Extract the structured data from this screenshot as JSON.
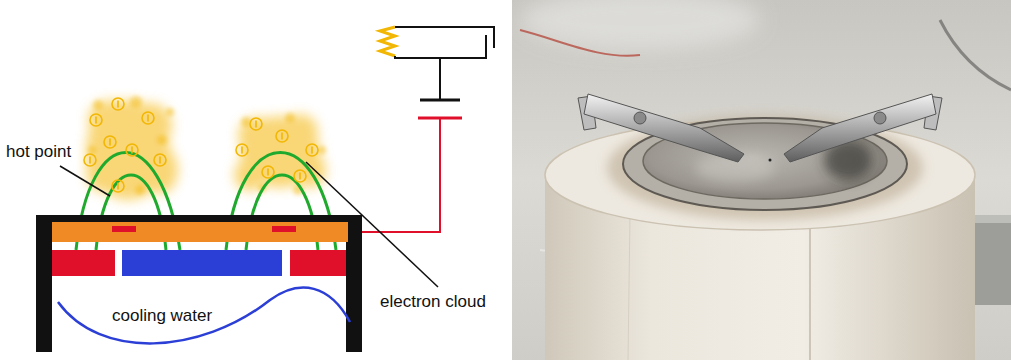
{
  "diagram": {
    "labels": [
      "hot point",
      "electron cloud",
      "cooling water"
    ]
  }
}
